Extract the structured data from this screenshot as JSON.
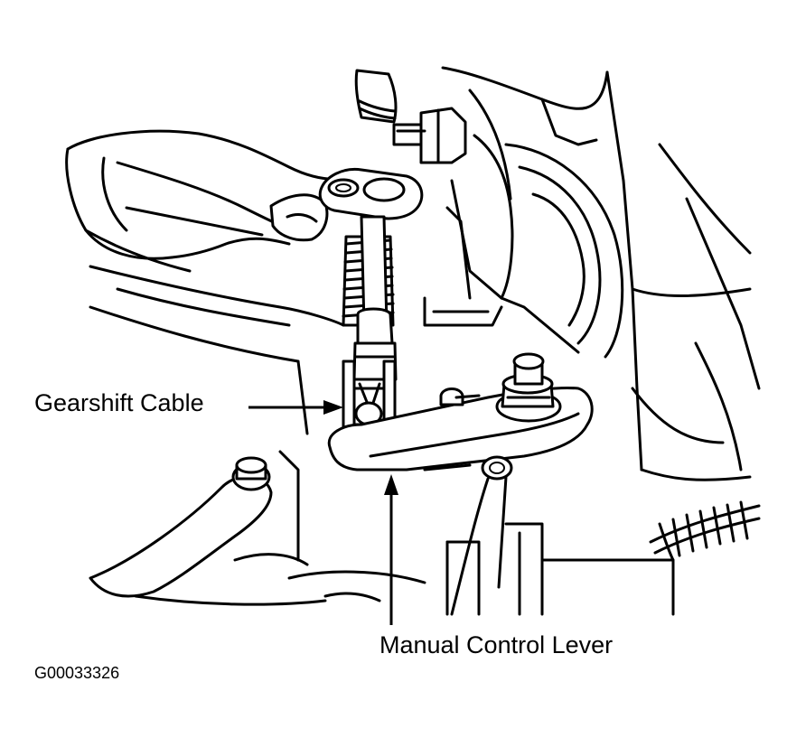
{
  "figure": {
    "labels": {
      "gearshift_cable": "Gearshift Cable",
      "manual_control_lever": "Manual Control Lever"
    },
    "figure_id": "G00033326"
  }
}
